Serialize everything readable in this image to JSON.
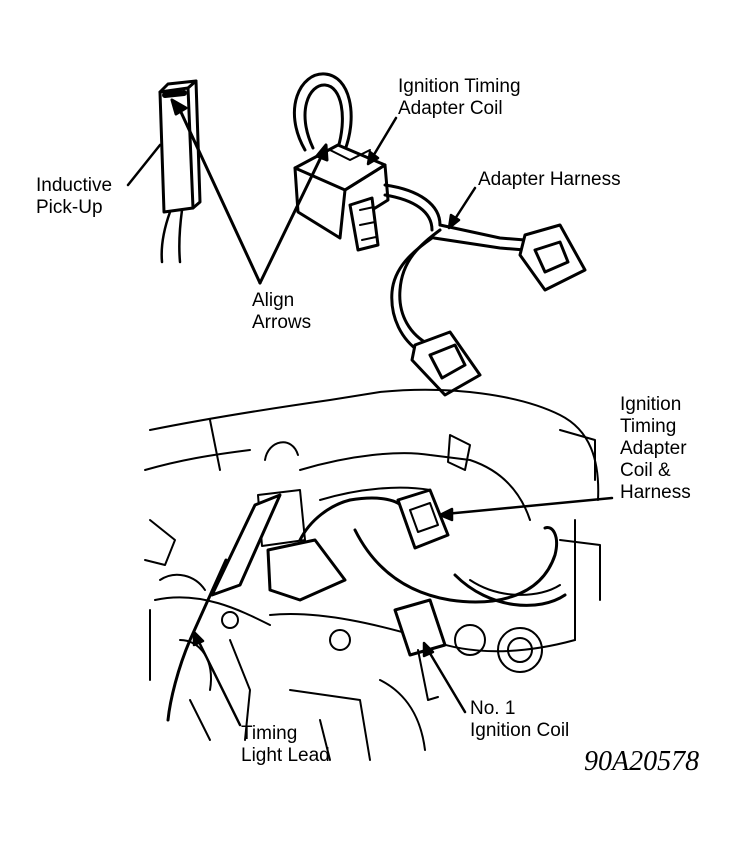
{
  "labels": {
    "inductive_pickup": [
      "Inductive",
      "Pick-Up"
    ],
    "align_arrows": [
      "Align",
      "Arrows"
    ],
    "adapter_coil": [
      "Ignition Timing",
      "Adapter Coil"
    ],
    "adapter_harness": "Adapter Harness",
    "coil_and_harness": [
      "Ignition",
      "Timing",
      "Adapter",
      "Coil &",
      "Harness"
    ],
    "no1_coil": [
      "No. 1",
      "Ignition Coil"
    ],
    "timing_light_lead": [
      "Timing",
      "Light Lead"
    ]
  },
  "figure_code": "90A20578",
  "colors": {
    "ink": "#000000",
    "paper": "#ffffff"
  }
}
